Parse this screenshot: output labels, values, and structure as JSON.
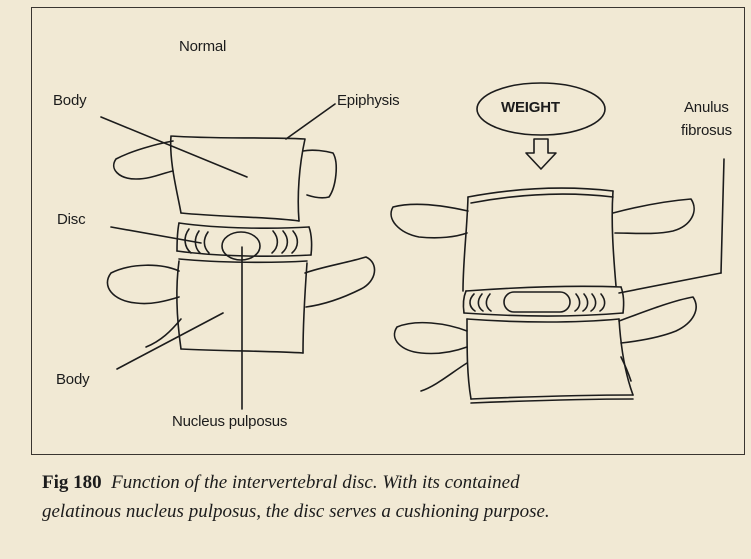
{
  "labels": {
    "normal": "Normal",
    "body_top": "Body",
    "epiphysis": "Epiphysis",
    "weight": "WEIGHT",
    "anulus_line1": "Anulus",
    "anulus_line2": "fibrosus",
    "disc": "Disc",
    "body_bottom": "Body",
    "nucleus": "Nucleus pulposus"
  },
  "caption": {
    "figure_number": "Fig 180",
    "line1": "Function of the intervertebral disc. With its contained",
    "line2": "gelatinous nucleus pulposus, the disc serves a cushioning purpose."
  },
  "colors": {
    "paper": "#f1e9d4",
    "ink": "#1c1c1c"
  }
}
